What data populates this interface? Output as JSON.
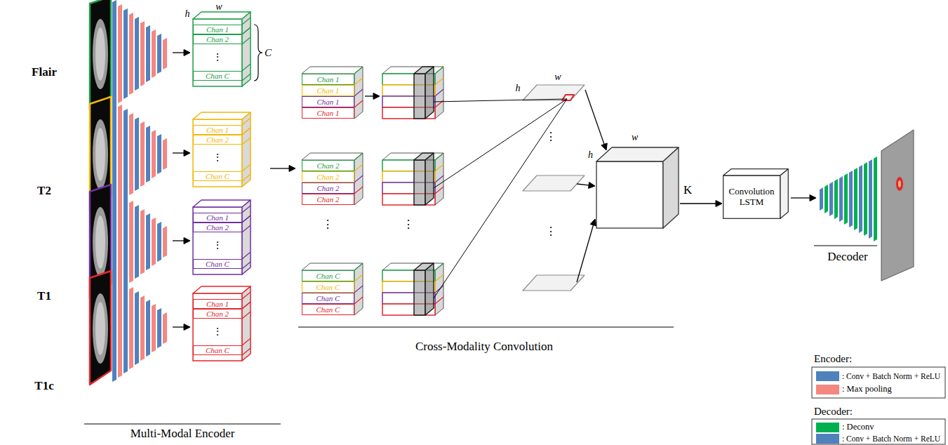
{
  "diagram": {
    "nodes": [
      {
        "text": [
          "Chan 1"
        ]
      },
      {
        "text": [
          "Chan 2"
        ]
      },
      {
        "text": [
          "Chan C"
        ]
      },
      {
        "text": [
          "Chan 1"
        ]
      },
      {
        "text": [
          "Chan 2"
        ]
      },
      {
        "text": [
          "Chan C"
        ]
      },
      {
        "text": [
          "Chan 1"
        ]
      },
      {
        "text": [
          "Chan 2"
        ]
      },
      {
        "text": [
          "Chan C"
        ]
      },
      {
        "text": [
          "Chan 1"
        ]
      },
      {
        "text": [
          "Chan 2"
        ]
      },
      {
        "text": [
          "Chan C"
        ]
      },
      {
        "text": [
          "Chan 1"
        ]
      },
      {
        "text": [
          "Chan 1"
        ]
      },
      {
        "text": [
          "Chan 1"
        ]
      },
      {
        "text": [
          "Chan 1"
        ]
      },
      {
        "text": [
          "Chan 2"
        ]
      },
      {
        "text": [
          "Chan 2"
        ]
      },
      {
        "text": [
          "Chan 2"
        ]
      },
      {
        "text": [
          "Chan 2"
        ]
      },
      {
        "text": [
          "Chan C"
        ]
      },
      {
        "text": [
          "Chan C"
        ]
      },
      {
        "text": [
          "Chan C"
        ]
      },
      {
        "text": [
          "Chan C"
        ]
      },
      {
        "text": [
          "h",
          "w",
          "K"
        ]
      },
      {
        "text": [
          "Convolution LSTM"
        ]
      }
    ],
    "edges": [
      {
        "from": 24,
        "to": 25,
        "arrow": "to"
      }
    ],
    "labels": [
      "Flair",
      "T2",
      "T1",
      "T1c",
      "h",
      "w",
      "C",
      "⋮",
      "⋮",
      "⋮",
      "⋮",
      "⋮",
      "⋮",
      "h",
      "w",
      "⋮",
      "⋮",
      "Multi-Modal Encoder",
      "Cross-Modality Convolution",
      "Decoder",
      "Encoder:",
      "Decoder:"
    ],
    "legend": [
      {
        "text": ": Conv + Batch Norm + ReLU",
        "color": "#4f81bd"
      },
      {
        "text": ": Max pooling",
        "color": "#f4877f"
      },
      {
        "text": ": Deconv",
        "color": "#00b050"
      },
      {
        "text": ": Conv + Batch Norm + ReLU",
        "color": "#4f81bd"
      }
    ]
  }
}
